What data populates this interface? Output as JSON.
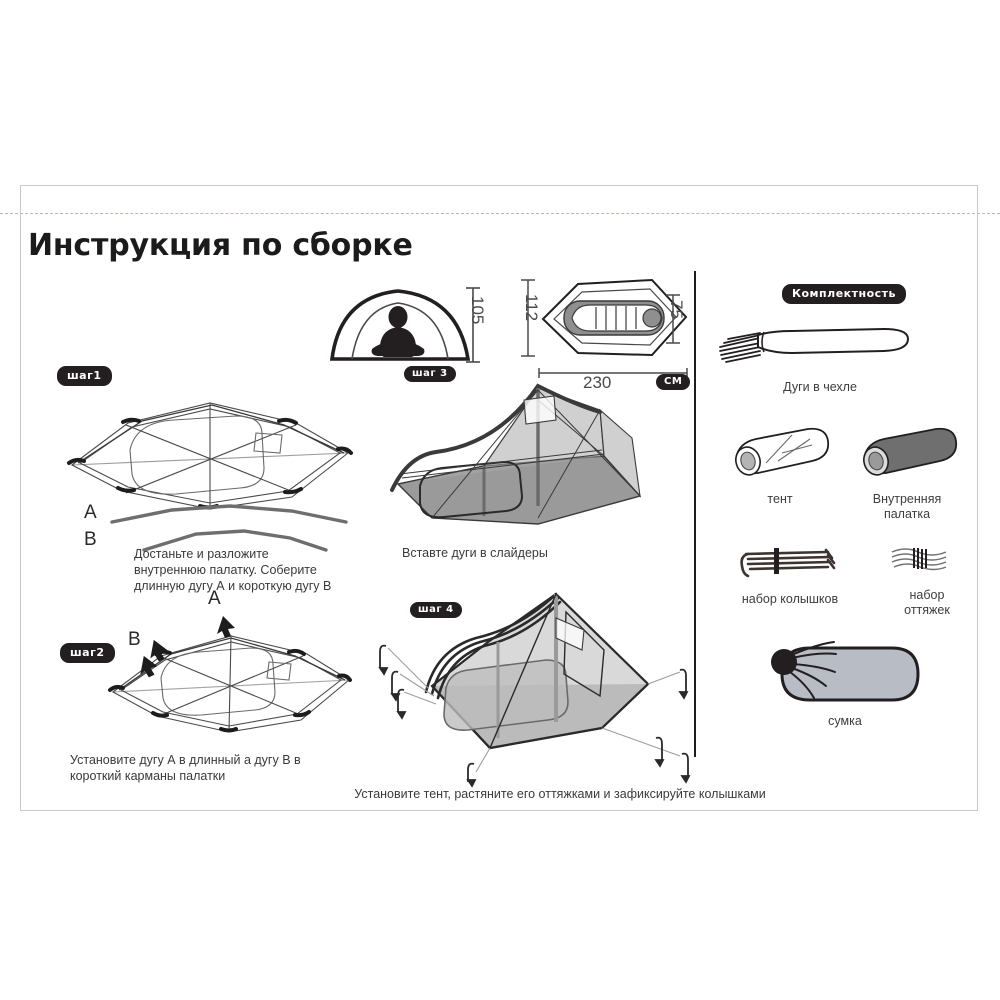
{
  "page": {
    "title": "Инструкция по сборке",
    "background": "#ffffff",
    "frame_color": "#c9c9c9",
    "fold_line_color": "#c3b5ad",
    "ink": "#231f20",
    "fill_gray": "#9a9a9a"
  },
  "steps": [
    {
      "pill": "шаг1",
      "caption": "Достаньте и разложите\nвнутреннюю палатку. Соберите\nдлинную дугу А и короткую дугу В",
      "pole_labels": {
        "long": "A",
        "short": "B"
      }
    },
    {
      "pill": "шаг2",
      "caption": "Установите дугу А в длинный а дугу В в\nкороткий карманы палатки",
      "arrow_labels": {
        "long": "A",
        "short": "B"
      }
    },
    {
      "pill": "шаг 3",
      "caption": "Вставте дуги в слайдеры"
    },
    {
      "pill": "шаг 4",
      "caption": "Установите тент, растяните его оттяжками и зафиксируйте колышками"
    }
  ],
  "dimensions": {
    "height": "105",
    "width_front": "112",
    "width_rear": "75",
    "length": "230",
    "unit_badge": "СМ"
  },
  "parts": {
    "header": "Комплектность",
    "items": [
      {
        "name": "poles-in-sleeve",
        "label": "Дуги в чехле"
      },
      {
        "name": "rainfly",
        "label": "тент"
      },
      {
        "name": "inner-tent",
        "label": "Внутренняя\nпалатка"
      },
      {
        "name": "pegs-set",
        "label": "набор колышков"
      },
      {
        "name": "guylines-set",
        "label": "набор\nоттяжек"
      },
      {
        "name": "stuff-sack",
        "label": "сумка"
      }
    ]
  }
}
